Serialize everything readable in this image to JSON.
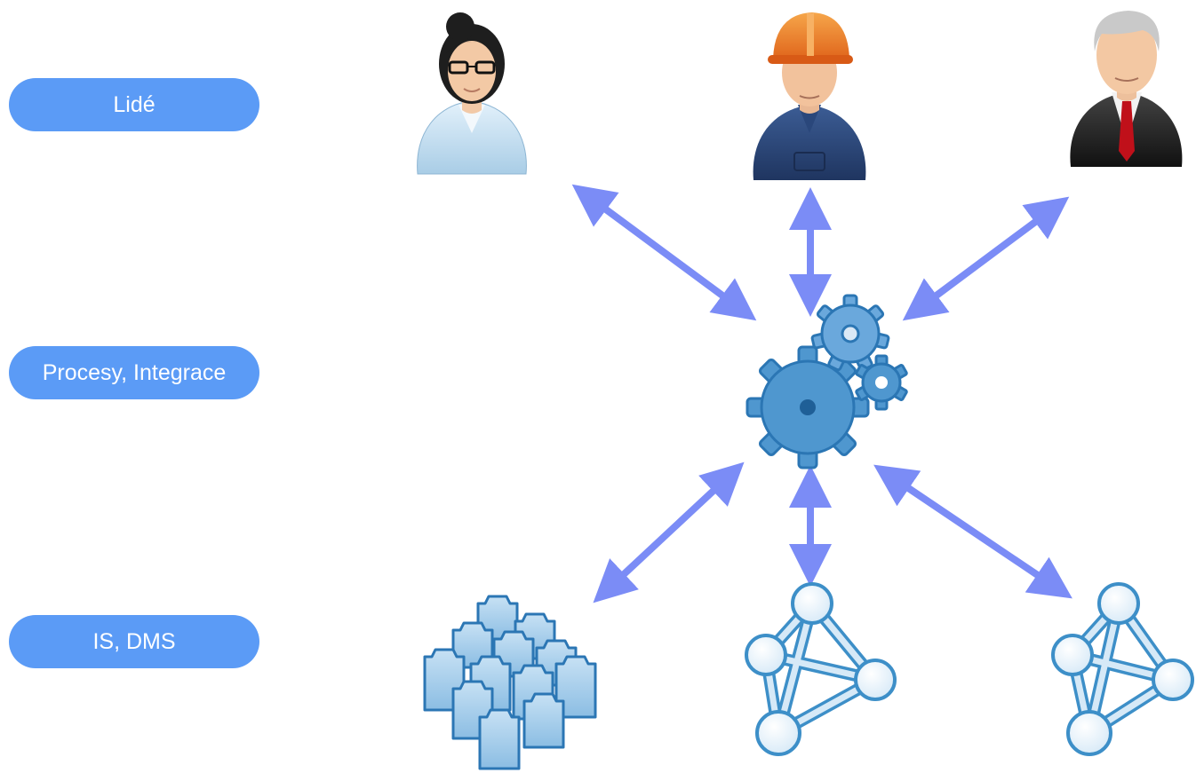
{
  "layers": {
    "people": {
      "label": "Lidé"
    },
    "process": {
      "label": "Procesy, Integrace"
    },
    "systems": {
      "label": "IS, DMS"
    }
  },
  "icons": {
    "people": [
      "person-woman-glasses-icon",
      "person-worker-hardhat-icon",
      "person-businessman-icon"
    ],
    "center": "gears-icon",
    "systems": [
      "folders-stack-icon",
      "network-graph-icon",
      "network-graph-icon"
    ]
  },
  "colors": {
    "pill": "#5b9bf6",
    "arrow": "#7b8cf6",
    "gear": "#4f97cf",
    "network": "#3d8fc8"
  }
}
